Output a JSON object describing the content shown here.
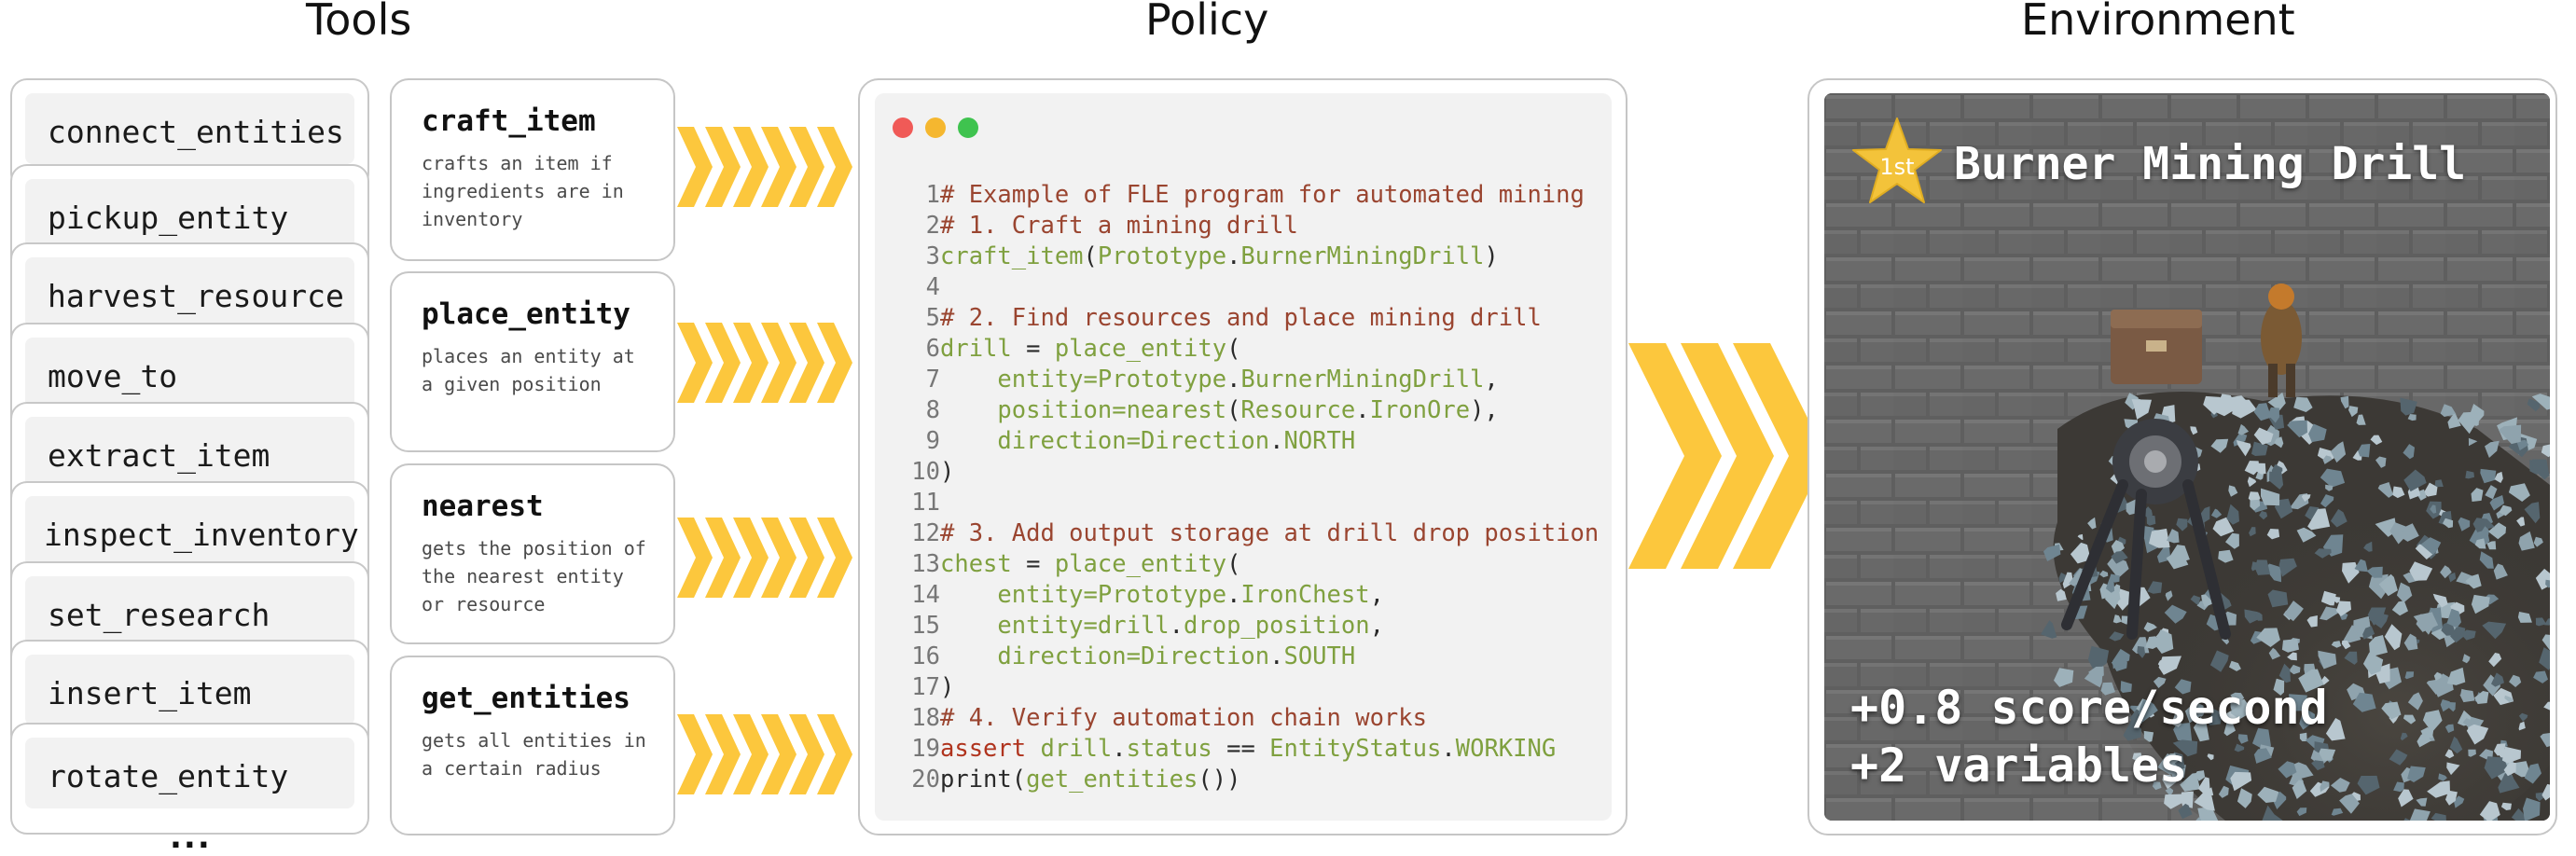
{
  "headers": {
    "tools": "Tools",
    "policy": "Policy",
    "environment": "Environment"
  },
  "tool_stack": {
    "items": [
      "connect_entities",
      "pickup_entity",
      "harvest_resource",
      "move_to",
      "extract_item",
      "inspect_inventory",
      "set_research",
      "insert_item",
      "rotate_entity"
    ],
    "ellipsis": "..."
  },
  "tool_cards": [
    {
      "name": "craft_item",
      "desc": "crafts an item if\ningredients are in\ninventory"
    },
    {
      "name": "place_entity",
      "desc": "places an entity at\na given position"
    },
    {
      "name": "nearest",
      "desc": "gets the position of\nthe nearest entity\nor resource"
    },
    {
      "name": "get_entities",
      "desc": "gets all entities in\na certain radius"
    }
  ],
  "colors": {
    "chevron": "#fcc73d",
    "dot_red": "#f05a57",
    "dot_yellow": "#f5b72f",
    "dot_green": "#3fc34f",
    "code_comment": "#9a4530",
    "code_green": "#7fa03f",
    "code_keyword": "#b0341e",
    "star": "#f3c33a"
  },
  "code": {
    "lines": [
      {
        "n": "1",
        "parts": [
          {
            "t": "# Example of FLE program for automated mining",
            "c": "comment"
          }
        ]
      },
      {
        "n": "2",
        "parts": [
          {
            "t": "# 1. Craft a mining drill",
            "c": "comment"
          }
        ]
      },
      {
        "n": "3",
        "parts": [
          {
            "t": "craft_item",
            "c": "green"
          },
          {
            "t": "(",
            "c": "text"
          },
          {
            "t": "Prototype",
            "c": "green"
          },
          {
            "t": ".",
            "c": "text"
          },
          {
            "t": "BurnerMiningDrill",
            "c": "green"
          },
          {
            "t": ")",
            "c": "text"
          }
        ]
      },
      {
        "n": "4",
        "parts": []
      },
      {
        "n": "5",
        "parts": [
          {
            "t": "# 2. Find resources and place mining drill",
            "c": "comment"
          }
        ]
      },
      {
        "n": "6",
        "parts": [
          {
            "t": "drill",
            "c": "green"
          },
          {
            "t": " = ",
            "c": "text"
          },
          {
            "t": "place_entity",
            "c": "green"
          },
          {
            "t": "(",
            "c": "text"
          }
        ]
      },
      {
        "n": "7",
        "parts": [
          {
            "t": "    entity=",
            "c": "green"
          },
          {
            "t": "Prototype",
            "c": "green"
          },
          {
            "t": ".",
            "c": "text"
          },
          {
            "t": "BurnerMiningDrill",
            "c": "green"
          },
          {
            "t": ",",
            "c": "text"
          }
        ]
      },
      {
        "n": "8",
        "parts": [
          {
            "t": "    position=",
            "c": "green"
          },
          {
            "t": "nearest",
            "c": "green"
          },
          {
            "t": "(",
            "c": "text"
          },
          {
            "t": "Resource",
            "c": "green"
          },
          {
            "t": ".",
            "c": "text"
          },
          {
            "t": "IronOre",
            "c": "green"
          },
          {
            "t": "),",
            "c": "text"
          }
        ]
      },
      {
        "n": "9",
        "parts": [
          {
            "t": "    direction=",
            "c": "green"
          },
          {
            "t": "Direction",
            "c": "green"
          },
          {
            "t": ".",
            "c": "text"
          },
          {
            "t": "NORTH",
            "c": "green"
          }
        ]
      },
      {
        "n": "10",
        "parts": [
          {
            "t": ")",
            "c": "text"
          }
        ]
      },
      {
        "n": "11",
        "parts": []
      },
      {
        "n": "12",
        "parts": [
          {
            "t": "# 3. Add output storage at drill drop position",
            "c": "comment"
          }
        ]
      },
      {
        "n": "13",
        "parts": [
          {
            "t": "chest",
            "c": "green"
          },
          {
            "t": " = ",
            "c": "text"
          },
          {
            "t": "place_entity",
            "c": "green"
          },
          {
            "t": "(",
            "c": "text"
          }
        ]
      },
      {
        "n": "14",
        "parts": [
          {
            "t": "    entity=",
            "c": "green"
          },
          {
            "t": "Prototype",
            "c": "green"
          },
          {
            "t": ".",
            "c": "text"
          },
          {
            "t": "IronChest",
            "c": "green"
          },
          {
            "t": ",",
            "c": "text"
          }
        ]
      },
      {
        "n": "15",
        "parts": [
          {
            "t": "    entity=",
            "c": "green"
          },
          {
            "t": "drill",
            "c": "green"
          },
          {
            "t": ".",
            "c": "text"
          },
          {
            "t": "drop_position",
            "c": "green"
          },
          {
            "t": ",",
            "c": "text"
          }
        ]
      },
      {
        "n": "16",
        "parts": [
          {
            "t": "    direction=",
            "c": "green"
          },
          {
            "t": "Direction",
            "c": "green"
          },
          {
            "t": ".",
            "c": "text"
          },
          {
            "t": "SOUTH",
            "c": "green"
          }
        ]
      },
      {
        "n": "17",
        "parts": [
          {
            "t": ")",
            "c": "text"
          }
        ]
      },
      {
        "n": "18",
        "parts": [
          {
            "t": "# 4. Verify automation chain works",
            "c": "comment"
          }
        ]
      },
      {
        "n": "19",
        "parts": [
          {
            "t": "assert",
            "c": "keyword"
          },
          {
            "t": " ",
            "c": "text"
          },
          {
            "t": "drill",
            "c": "green"
          },
          {
            "t": ".",
            "c": "text"
          },
          {
            "t": "status",
            "c": "green"
          },
          {
            "t": " == ",
            "c": "text"
          },
          {
            "t": "EntityStatus",
            "c": "green"
          },
          {
            "t": ".",
            "c": "text"
          },
          {
            "t": "WORKING",
            "c": "green"
          }
        ]
      },
      {
        "n": "20",
        "parts": [
          {
            "t": "print(",
            "c": "text"
          },
          {
            "t": "get_entities",
            "c": "green"
          },
          {
            "t": "())",
            "c": "text"
          }
        ]
      }
    ]
  },
  "environment": {
    "rank": "1st",
    "entity_title": "Burner Mining Drill",
    "stat_score": "+0.8 score/second",
    "stat_variables": "+2 variables"
  }
}
